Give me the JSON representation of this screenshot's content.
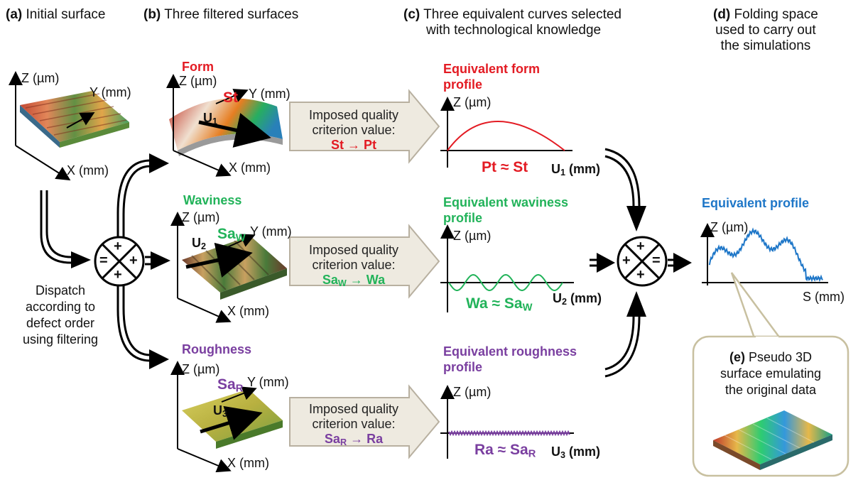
{
  "headers": {
    "a_tag": "(a)",
    "a_text": "Initial surface",
    "b_tag": "(b)",
    "b_text": "Three filtered surfaces",
    "c_tag": "(c)",
    "c_line1": "Three equivalent curves selected",
    "c_line2": "with technological knowledge",
    "d_tag": "(d)",
    "d_line1": "Folding space",
    "d_line2": "used to carry out",
    "d_line3": "the simulations"
  },
  "initial_surface": {
    "z_axis": "Z (µm)",
    "y_axis": "Y (mm)",
    "x_axis": "X (mm)"
  },
  "dispatch": {
    "line1": "Dispatch",
    "line2": "according to",
    "line3": "defect order",
    "line4": "using filtering"
  },
  "form": {
    "title": "Form",
    "z_axis": "Z (µm)",
    "y_axis": "Y (mm)",
    "x_axis": "X (mm)",
    "param": "St",
    "u_letter": "U",
    "u_sub": "1",
    "criterion_1": "Imposed quality",
    "criterion_2": "criterion value:",
    "criterion_value": "St → Pt",
    "profile_title_1": "Equivalent form",
    "profile_title_2": "profile",
    "profile_z": "Z (µm)",
    "profile_eq": "Pt ≈ St",
    "profile_u": "U",
    "profile_u_sub": "1",
    "profile_unit": " (mm)"
  },
  "waviness": {
    "title": "Waviness",
    "z_axis": "Z (µm)",
    "y_axis": "Y (mm)",
    "x_axis": "X (mm)",
    "param": "Sa",
    "param_sub": "W",
    "u_letter": "U",
    "u_sub": "2",
    "criterion_1": "Imposed quality",
    "criterion_2": "criterion value:",
    "criterion_a": "Sa",
    "criterion_a_sub": "W",
    "criterion_b": " → Wa",
    "profile_title_1": "Equivalent waviness",
    "profile_title_2": "profile",
    "profile_z": "Z (µm)",
    "profile_eq_a": "Wa ≈ Sa",
    "profile_eq_sub": "W",
    "profile_u": "U",
    "profile_u_sub": "2",
    "profile_unit": " (mm)"
  },
  "roughness": {
    "title": "Roughness",
    "z_axis": "Z (µm)",
    "y_axis": "Y (mm)",
    "x_axis": "X (mm)",
    "param": "Sa",
    "param_sub": "R",
    "u_letter": "U",
    "u_sub": "3",
    "criterion_1": "Imposed quality",
    "criterion_2": "criterion value:",
    "criterion_a": "Sa",
    "criterion_a_sub": "R",
    "criterion_b": " → Ra",
    "profile_title_1": "Equivalent roughness",
    "profile_title_2": "profile",
    "profile_z": "Z (µm)",
    "profile_eq_a": "Ra ≈ Sa",
    "profile_eq_sub": "R",
    "profile_u": "U",
    "profile_u_sub": "3",
    "profile_unit": " (mm)"
  },
  "operators": {
    "plus": "+",
    "equals": "="
  },
  "equivalent": {
    "title": "Equivalent profile",
    "z_axis": "Z (µm)",
    "s_axis": "S (mm)"
  },
  "pseudo3d": {
    "tag": "(e)",
    "line1": "Pseudo 3D",
    "line2": "surface emulating",
    "line3": "the original data"
  },
  "colors": {
    "form": "#e31b23",
    "waviness": "#22b35a",
    "roughness": "#7a3fa0",
    "equivalent": "#1f77c8",
    "arrow_fill": "#eeeae0",
    "callout_border": "#c8c0a0"
  }
}
